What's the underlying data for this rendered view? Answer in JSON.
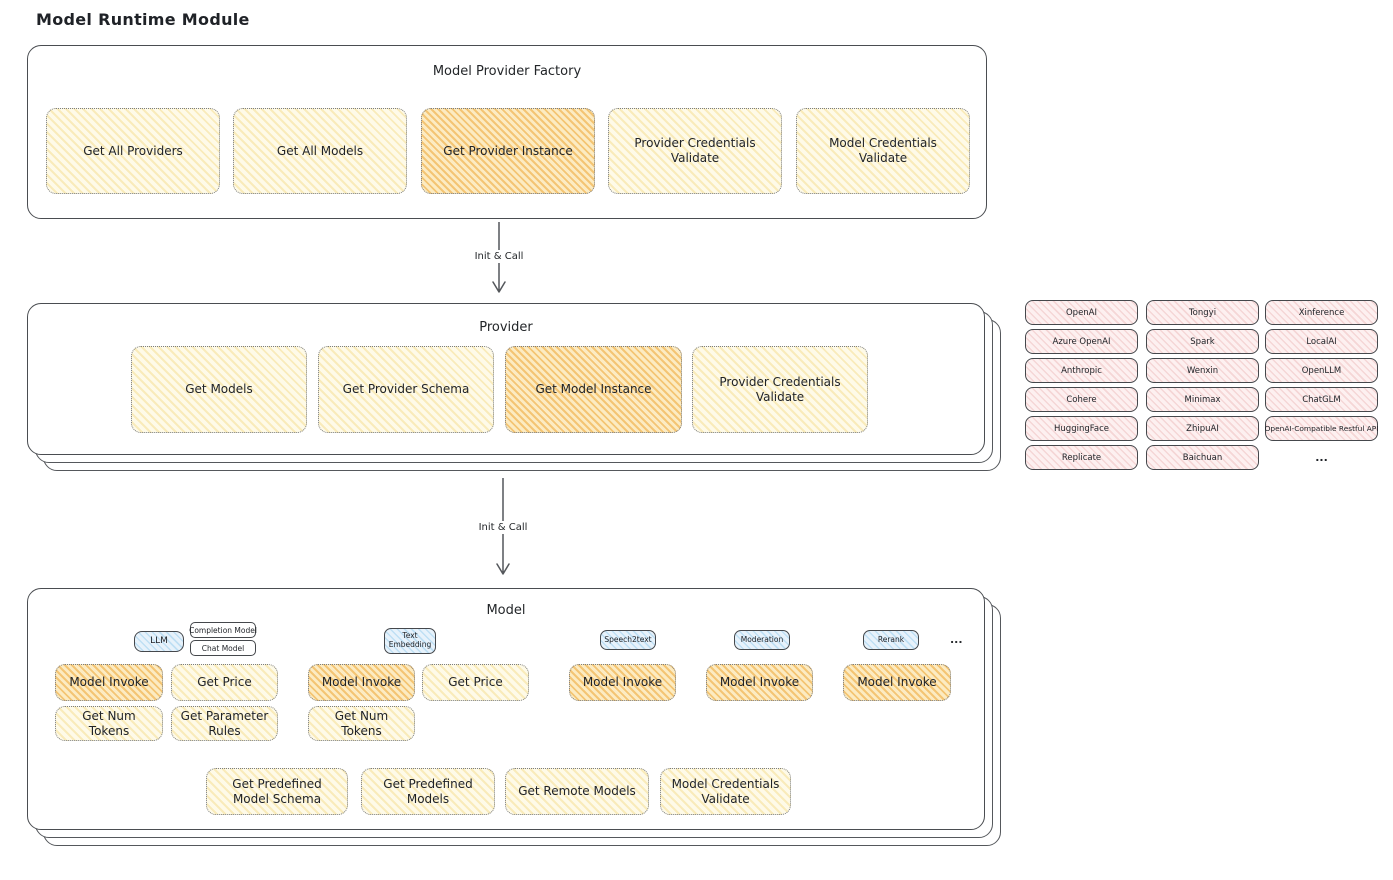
{
  "page_title": "Model Runtime Module",
  "arrow_label": "Init & Call",
  "factory": {
    "title": "Model Provider Factory",
    "buttons": [
      "Get All Providers",
      "Get All Models",
      "Get Provider Instance",
      "Provider Credentials Validate",
      "Model Credentials Validate"
    ]
  },
  "provider": {
    "title": "Provider",
    "buttons": [
      "Get Models",
      "Get Provider Schema",
      "Get Model Instance",
      "Provider Credentials Validate"
    ]
  },
  "provider_list": {
    "column1": [
      "OpenAI",
      "Azure OpenAI",
      "Anthropic",
      "Cohere",
      "HuggingFace",
      "Replicate"
    ],
    "column2": [
      "Tongyi",
      "Spark",
      "Wenxin",
      "Minimax",
      "ZhipuAI",
      "Baichuan"
    ],
    "column3": [
      "Xinference",
      "LocalAI",
      "OpenLLM",
      "ChatGLM",
      "OpenAI-Compatible Restful API"
    ],
    "ellipsis": "..."
  },
  "model": {
    "title": "Model",
    "tags": {
      "llm": "LLM",
      "completion_model": "Completion Model",
      "chat_model": "Chat Model",
      "text_embedding": "Text Embedding",
      "speech2text": "Speech2text",
      "moderation": "Moderation",
      "rerank": "Rerank"
    },
    "ellipsis": "...",
    "buttons": {
      "model_invoke": "Model Invoke",
      "get_price": "Get Price",
      "get_num_tokens": "Get Num Tokens",
      "get_parameter_rules": "Get Parameter Rules",
      "get_predefined_model_schema": "Get Predefined Model Schema",
      "get_predefined_models": "Get Predefined Models",
      "get_remote_models": "Get Remote Models",
      "model_credentials_validate": "Model Credentials Validate"
    }
  },
  "colors": {
    "highlight_fill": "#f2b656",
    "yellow_fill": "#fefae8",
    "pink_fill": "#fdf0f0",
    "blue_fill": "#e7f2fb",
    "border_dark": "#45484c"
  }
}
